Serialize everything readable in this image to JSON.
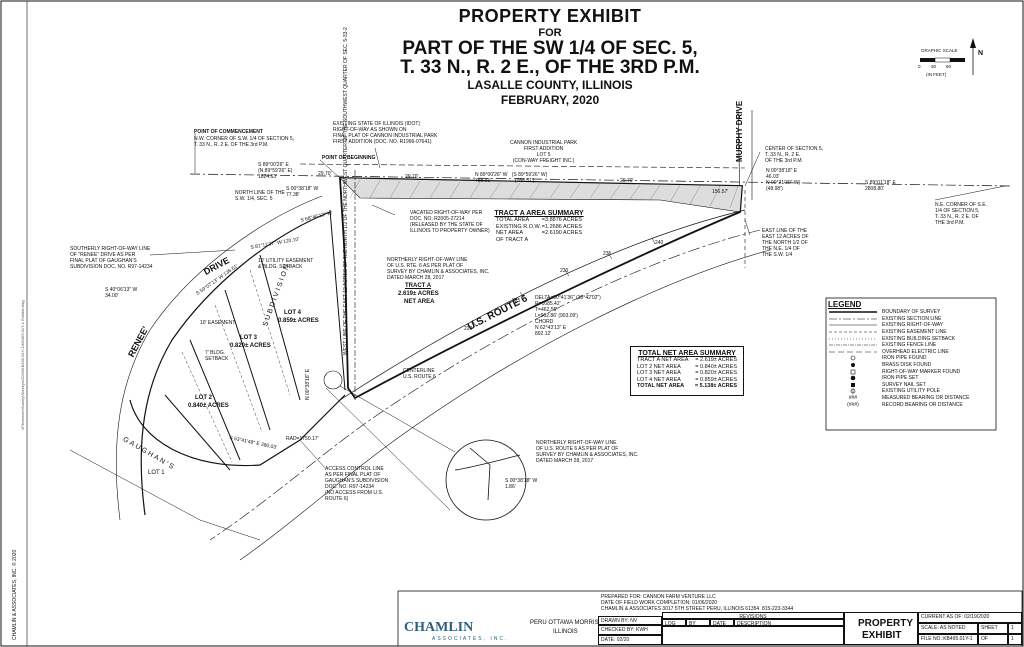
{
  "header": {
    "title": "PROPERTY EXHIBIT",
    "for": "FOR",
    "line1": "PART OF THE SW 1/4 OF SEC. 5,",
    "line2": "T. 33 N., R. 2 E., OF THE 3RD P.M.",
    "county": "LASALLE COUNTY, ILLINOIS",
    "date": "FEBRUARY, 2020"
  },
  "scale": {
    "label": "GRAPHIC SCALE",
    "ticks": [
      "0",
      "30",
      "60"
    ],
    "unit": "(IN FEET)",
    "north": "N"
  },
  "notes": {
    "poc_title": "POINT OF COMMENCEMENT",
    "poc_body": "N.W. CORNER OF S.W. 1/4 OF SECTION 5,\nT. 33 N., R. 2 E. OF THE 3rd P.M.",
    "pob": "POINT OF BEGINNING",
    "idot_row": "EXISTING STATE OF ILLINOIS (IDOT)\nRIGHT-OF-WAY AS SHOWN ON\nFINAL PLAT OF CANNON INDUSTRIAL PARK\nFIRST ADDITION (DOC. NO. R1996-07641)",
    "cannon": "CANNON INDUSTRIAL PARK\nFIRST ADDITION\nLOT 5\n(CON-WAY FREIGHT INC.)",
    "nline": "NORTH LINE OF THE\nS.W. 1/4, SEC. 5",
    "renee_row": "SOUTHERLY RIGHT-OF-WAY LINE\nOF \"RENEE\" DRIVE AS PER\nFINAL PLAT OF GAUGHAN'S\nSUBDIVISION DOC. NO. R97-14234",
    "vacated": "VACATED RIGHT-OF-WAY PER\nDOC. NO. R2005-27214\n(RELEASED BY THE STATE OF\nILLINOIS TO PROPERTY OWNER)",
    "nrow_rte6": "NORTHERLY RIGHT-OF-WAY LINE\nOF U.S. RTE. 6 AS PER PLAT OF\nSURVEY BY CHAMLIN & ASSOCIATES, INC.\nDATED MARCH 28, 2017",
    "west_line": "WEST LINE OF THE EAST 12 ACRES OF THE\nNORTH 1/2 OF THE NORTHWEST QUARTER\nOF THE SOUTHWEST QUARTER OF SEC. 5-33-2",
    "center_sec": "CENTER OF SECTION 5,\nT. 33 N., R. 2 E.\nOF THE 3rd P.M.",
    "ne_corner": "N.E. CORNER OF S.E.\n1/4 OF SECTION 5,\nT. 33 N., R. 2 E. OF\nTHE 3rd P.M.",
    "east_line": "EAST LINE OF THE\nEAST 12 ACRES OF\nTHE NORTH 1/2 OF\nTHE N.E. 1/4 OF\nTHE S.W. 1/4",
    "centerline": "CENTERLINE\nU.S. ROUTE 6",
    "access": "ACCESS CONTROL LINE\nAS PER FINAL PLAT OF\nGAUGHAN'S SUBDIVISION\nDOC. NO. R97-14234\n(NO ACCESS FROM U.S.\nROUTE 6)",
    "nrow_rte6b": "NORTHERLY RIGHT-OF-WAY LINE\nOF U.S. ROUTE 6 AS PER PLAT OF\nSURVEY BY CHAMLIN & ASSOCIATES, INC.\nDATED MARCH 28, 2017",
    "curve": "DELTA=30°41'36\" (30°42'02\")\nR=1685.42'\nT=462.55'\nL=902.86' (903.09')\nCHORD\nN 62°43'13\" E\n892.12'"
  },
  "tract_a_summary": {
    "title": "TRACT A AREA SUMMARY",
    "rows": [
      [
        "TOTAL AREA",
        "=3.8876 ACRES"
      ],
      [
        "EXISTING R.O.W.",
        "=1.2686 ACRES"
      ],
      [
        "NET AREA",
        "=2.6190 ACRES"
      ]
    ],
    "note": "OF TRACT A"
  },
  "net_area_summary": {
    "title": "TOTAL NET AREA SUMMARY",
    "rows": [
      [
        "TRACT A NET AREA",
        "= 2.619± ACRES"
      ],
      [
        "LOT 2 NET AREA",
        "= 0.840± ACRES"
      ],
      [
        "LOT 3 NET AREA",
        "= 0.820± ACRES"
      ],
      [
        "LOT 4 NET AREA",
        "= 0.859± ACRES"
      ],
      [
        "TOTAL NET AREA",
        "= 5.138± ACRES"
      ]
    ]
  },
  "labels": {
    "murphy": "MURPHY DRIVE",
    "renee": "RENEE'",
    "drive": "DRIVE",
    "route6": "U.S. ROUTE 6",
    "gaughans": "GAUGHAN'S",
    "subdivision": "SUBDIVISION",
    "lot1": "LOT 1",
    "lot2": "LOT 2",
    "lot2_area": "0.840± ACRES",
    "lot3": "LOT 3",
    "lot3_area": "0.820± ACRES",
    "lot4": "LOT 4",
    "lot4_area": "0.859± ACRES",
    "tract_a": "TRACT A",
    "tract_a_area": "2.619± ACRES",
    "tract_a_net": "NET AREA",
    "b1": "S 89°00'26\" E\n(N 89°59'26\" E)\n1824.63'",
    "b2": "N 89°00'26\" W   (S 89°59'26\" W)\n788.31'                 (788.51')",
    "b3": "S 00°38'18\" W\n77.38'",
    "b4": "S 68°46'13\" W",
    "b5": "S 81°11'37\" W\n120.10'",
    "b6": "S 40°06'13\" W\n34.00'",
    "b7": "S 59°07'13\" W\n136.61'",
    "b8": "N 00°38'18\" E\n46.03'\nN 00°21'30\" W)\n(48.98')",
    "b9": "S 89°01'18\" E\n2808.80'",
    "b10": "S 00°38'18\" W\n1.86'",
    "b11": "S 53°41'48\" E\n280.03'",
    "b12": "RAD=1750.17'",
    "d1": "29.70'",
    "d2": "29.70'",
    "d3": "29.70'",
    "d4": "156.57'",
    "c1": "N 00°38'18\" E",
    "setback1": "10' UTILITY EASEMENT\n& BLDG. SETBACK",
    "easement": "10' EASEMENT",
    "bldg": "7' BLDG.\nSETBACK",
    "station": [
      "230",
      "235",
      "240",
      "225",
      "220"
    ]
  },
  "legend": {
    "title": "LEGEND",
    "items": [
      "BOUNDARY OF SURVEY",
      "EXISTING SECTION LINE",
      "EXISTING RIGHT-OF-WAY",
      "EXISTING EASEMENT LINE",
      "EXISTING BUILDING SETBACK",
      "EXISTING FENCE LINE",
      "OVERHEAD ELECTRIC LINE",
      "IRON PIPE FOUND",
      "BRASS DISK FOUND",
      "RIGHT-OF-WAY MARKER FOUND",
      "IRON PIPE SET",
      "SURVEY NAIL SET",
      "EXISTING UTILITY POLE",
      "MEASURED BEARING OR DISTANCE",
      "RECORD BEARING OR DISTANCE"
    ],
    "sym_last": "(###)",
    "sym_meas": "###"
  },
  "title_block": {
    "prepared": "PREPARED FOR: CANNON FARM VENTURE LLC",
    "field": "DATE OF FIELD WORK COMPLETION: 01/06/2020",
    "firm_addr": "CHAMLIN & ASSOCIATES 3017 5TH STREET PERU, ILLINOIS 61354  815-223-3344",
    "drawn": "DRAWN BY: NV",
    "checked": "CHECKED BY: KWH",
    "date": "DATE: 02/20",
    "revisions": "REVISIONS",
    "rev_cols": [
      "LOG",
      "BY",
      "DATE",
      "DESCRIPTION"
    ],
    "logo": "CHAMLIN",
    "logo_sub": "ASSOCIATES, INC.",
    "cities": "PERU  OTTAWA  MORRIS",
    "state": "ILLINOIS",
    "exhibit1": "PROPERTY",
    "exhibit2": "EXHIBIT",
    "current": "CURRENT AS OF: 02/19/2020",
    "scale": "SCALE: AS NOTED",
    "sheet_lbl": "SHEET",
    "sheet_no": "1",
    "of_lbl": "OF",
    "of_no": "1",
    "file": "FILE NO.:KB495.01Y-1"
  },
  "margin": {
    "copyright": "CHAMLIN & ASSOCIATES, INC. © 2020",
    "path": "\\\\Fileserver\\Survey\\Surveys\\2020\\KB495.01Y-1\\KB495.01Y-1 Exhibit.dwg"
  }
}
